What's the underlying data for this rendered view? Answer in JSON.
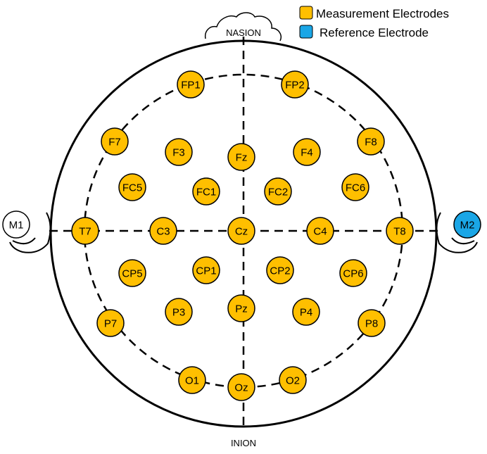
{
  "legend": {
    "measurement_label": "Measurement Electrodes",
    "reference_label": "Reference Electrode"
  },
  "landmarks": {
    "nasion": "NASION",
    "inion": "INION"
  },
  "colors": {
    "measurement": "#FFBF00",
    "reference": "#1AA6E6",
    "ear_electrode": "#ffffff",
    "outline": "#000000"
  },
  "electrodes": {
    "fp1": "FP1",
    "fp2": "FP2",
    "f7": "F7",
    "f3": "F3",
    "fz": "Fz",
    "f4": "F4",
    "f8": "F8",
    "fc5": "FC5",
    "fc1": "FC1",
    "fc2": "FC2",
    "fc6": "FC6",
    "t7": "T7",
    "c3": "C3",
    "cz": "Cz",
    "c4": "C4",
    "t8": "T8",
    "cp5": "CP5",
    "cp1": "CP1",
    "cp2": "CP2",
    "cp6": "CP6",
    "p7": "P7",
    "p3": "P3",
    "pz": "Pz",
    "p4": "P4",
    "p8": "P8",
    "o1": "O1",
    "oz": "Oz",
    "o2": "O2",
    "m1": "M1",
    "m2": "M2"
  }
}
